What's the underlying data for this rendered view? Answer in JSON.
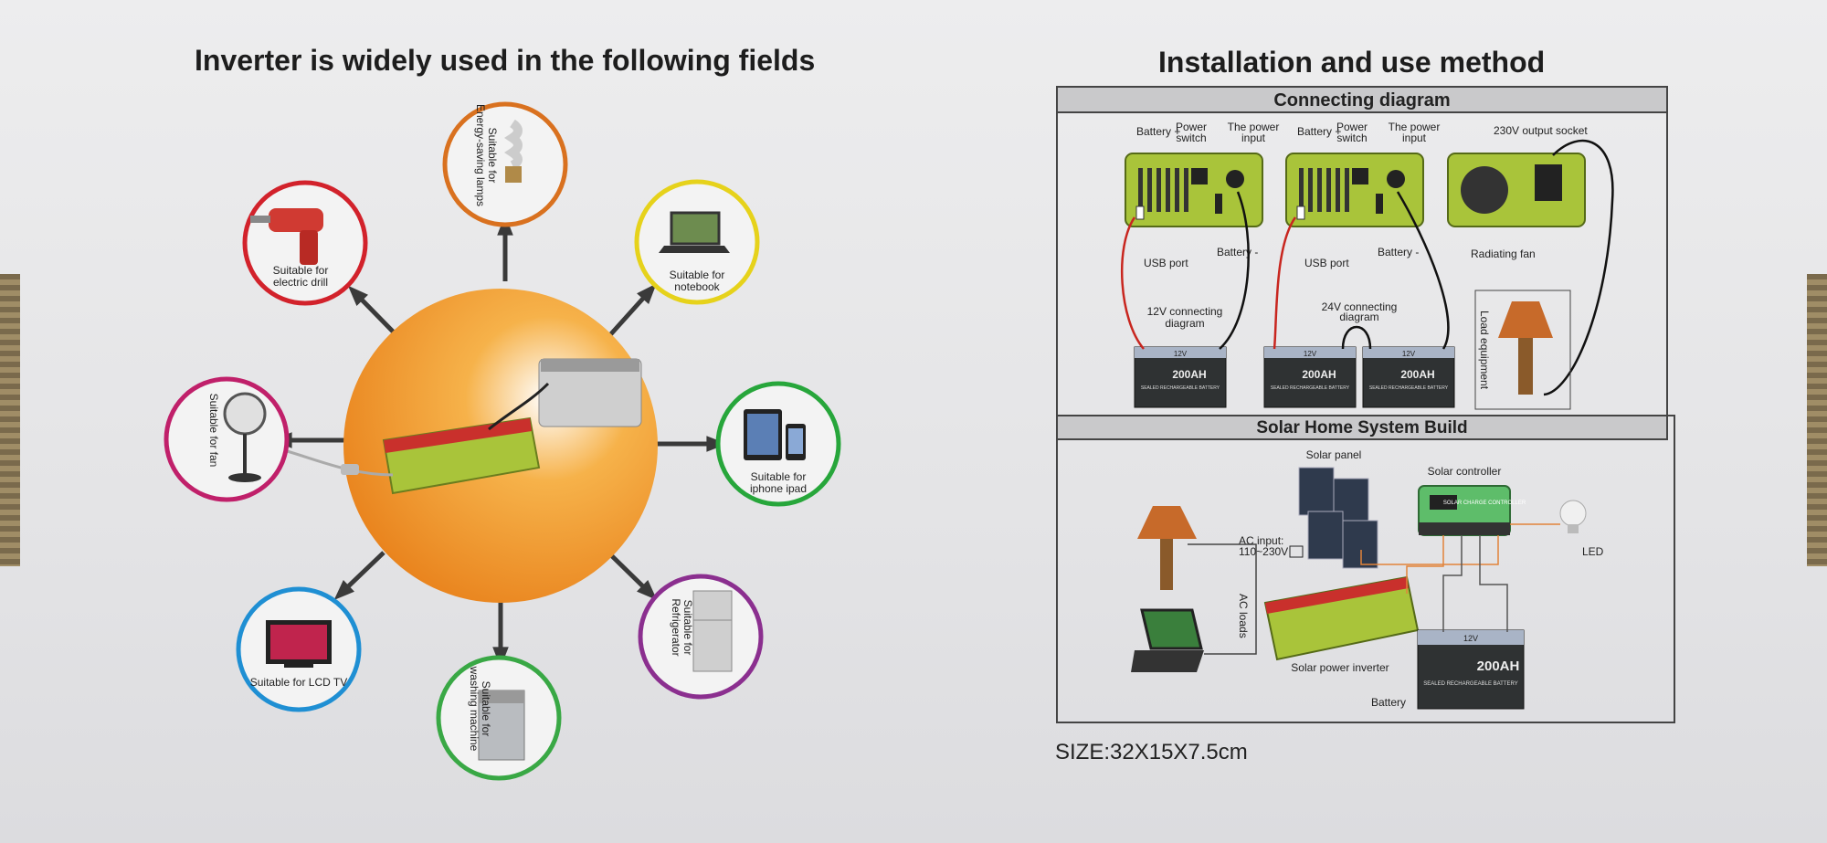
{
  "left": {
    "title": "Inverter is widely used in the following fields",
    "fields": [
      {
        "id": "lamps",
        "lines": [
          "Suitable for",
          "Energy-saving lamps"
        ],
        "color": "#d9711f",
        "icon": "lightbulb-icon"
      },
      {
        "id": "notebook",
        "lines": [
          "Suitable for",
          "notebook"
        ],
        "color": "#e6d21b",
        "icon": "laptop-icon"
      },
      {
        "id": "iphone",
        "lines": [
          "Suitable for",
          "iphone ipad"
        ],
        "color": "#27a63b",
        "icon": "tablet-phone-icon"
      },
      {
        "id": "fridge",
        "lines": [
          "Suitable for",
          "Refrigerator"
        ],
        "color": "#8b2f8f",
        "icon": "refrigerator-icon"
      },
      {
        "id": "washing",
        "lines": [
          "Suitable for",
          "washing machine"
        ],
        "color": "#39a845",
        "icon": "washing-machine-icon"
      },
      {
        "id": "tv",
        "lines": [
          "Suitable for LCD TV"
        ],
        "color": "#1f8fd3",
        "icon": "tv-icon"
      },
      {
        "id": "fan",
        "lines": [
          "Suitable for fan"
        ],
        "color": "#c0206a",
        "icon": "fan-icon"
      },
      {
        "id": "drill",
        "lines": [
          "Suitable for",
          "electric drill"
        ],
        "color": "#d2222b",
        "icon": "drill-icon"
      }
    ],
    "center_color": "#f08f1e"
  },
  "right": {
    "title": "Installation and use method",
    "connecting": {
      "title": "Connecting diagram",
      "battery_plus": "Battery +",
      "power_switch": "Power switch",
      "power_input": "The power input",
      "usb_port": "USB port",
      "battery_minus": "Battery -",
      "output_socket": "230V output socket",
      "radiating_fan": "Radiating fan",
      "load_equipment": "Load equipment",
      "diagram_12v": "12V connecting diagram",
      "diagram_24v": "24V connecting diagram",
      "battery_label": "200AH",
      "battery_sub": "SEALED RECHARGEABLE BATTERY",
      "battery_v": "12V"
    },
    "solar": {
      "title": "Solar Home System Build",
      "solar_panel": "Solar panel",
      "solar_controller": "Solar controller",
      "controller_text": "SOLAR CHARGE CONTROLLER",
      "led": "LED",
      "ac_input": "AC input:",
      "ac_range": "110~230V",
      "ac_loads": "AC loads",
      "solar_inverter": "Solar power inverter",
      "battery": "Battery"
    }
  },
  "size_text": "SIZE:32X15X7.5cm",
  "colors": {
    "inverter": "#a9c43a",
    "battery": "#2f3233",
    "frame": "#444444"
  }
}
